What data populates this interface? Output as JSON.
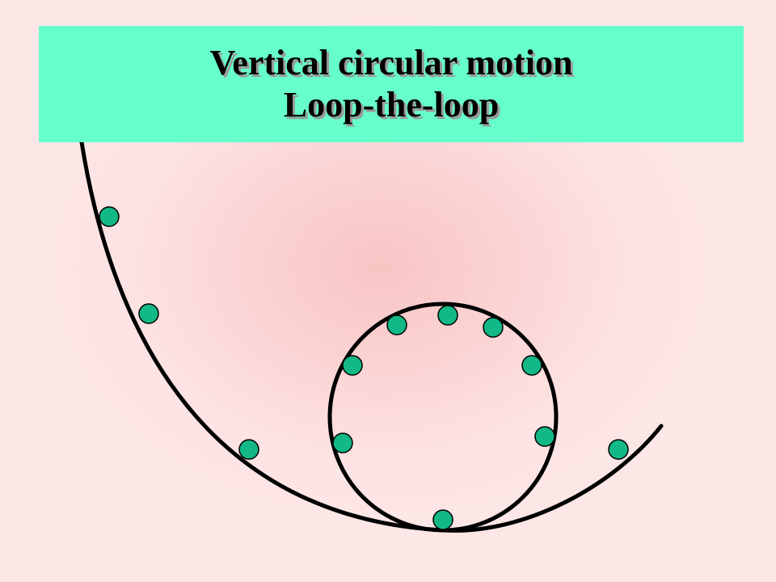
{
  "slide": {
    "title_line_1": "Vertical circular motion",
    "title_line_2": "Loop-the-loop"
  },
  "colors": {
    "title_background": "#66ffcc",
    "track": "#000000",
    "ball_fill": "#12b886",
    "ball_stroke": "#000000"
  },
  "diagram": {
    "elements": [
      "track-curve",
      "loop-circle",
      "ball-marker"
    ],
    "ball_count": 12
  }
}
